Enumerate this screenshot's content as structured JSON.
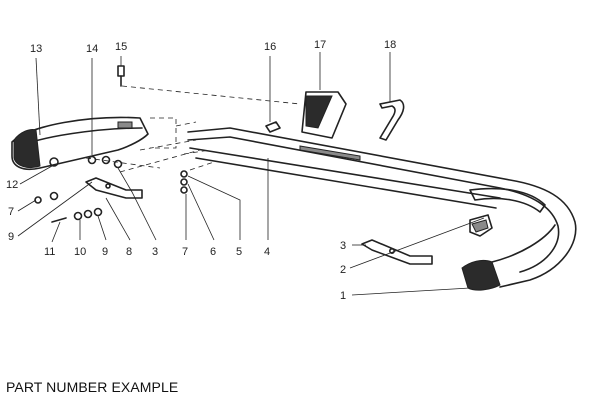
{
  "caption": "PART NUMBER EXAMPLE",
  "callouts": [
    "13",
    "14",
    "15",
    "16",
    "17",
    "18",
    "12",
    "7",
    "9",
    "11",
    "10",
    "9",
    "8",
    "3",
    "7",
    "6",
    "5",
    "4",
    "3",
    "2",
    "1"
  ]
}
